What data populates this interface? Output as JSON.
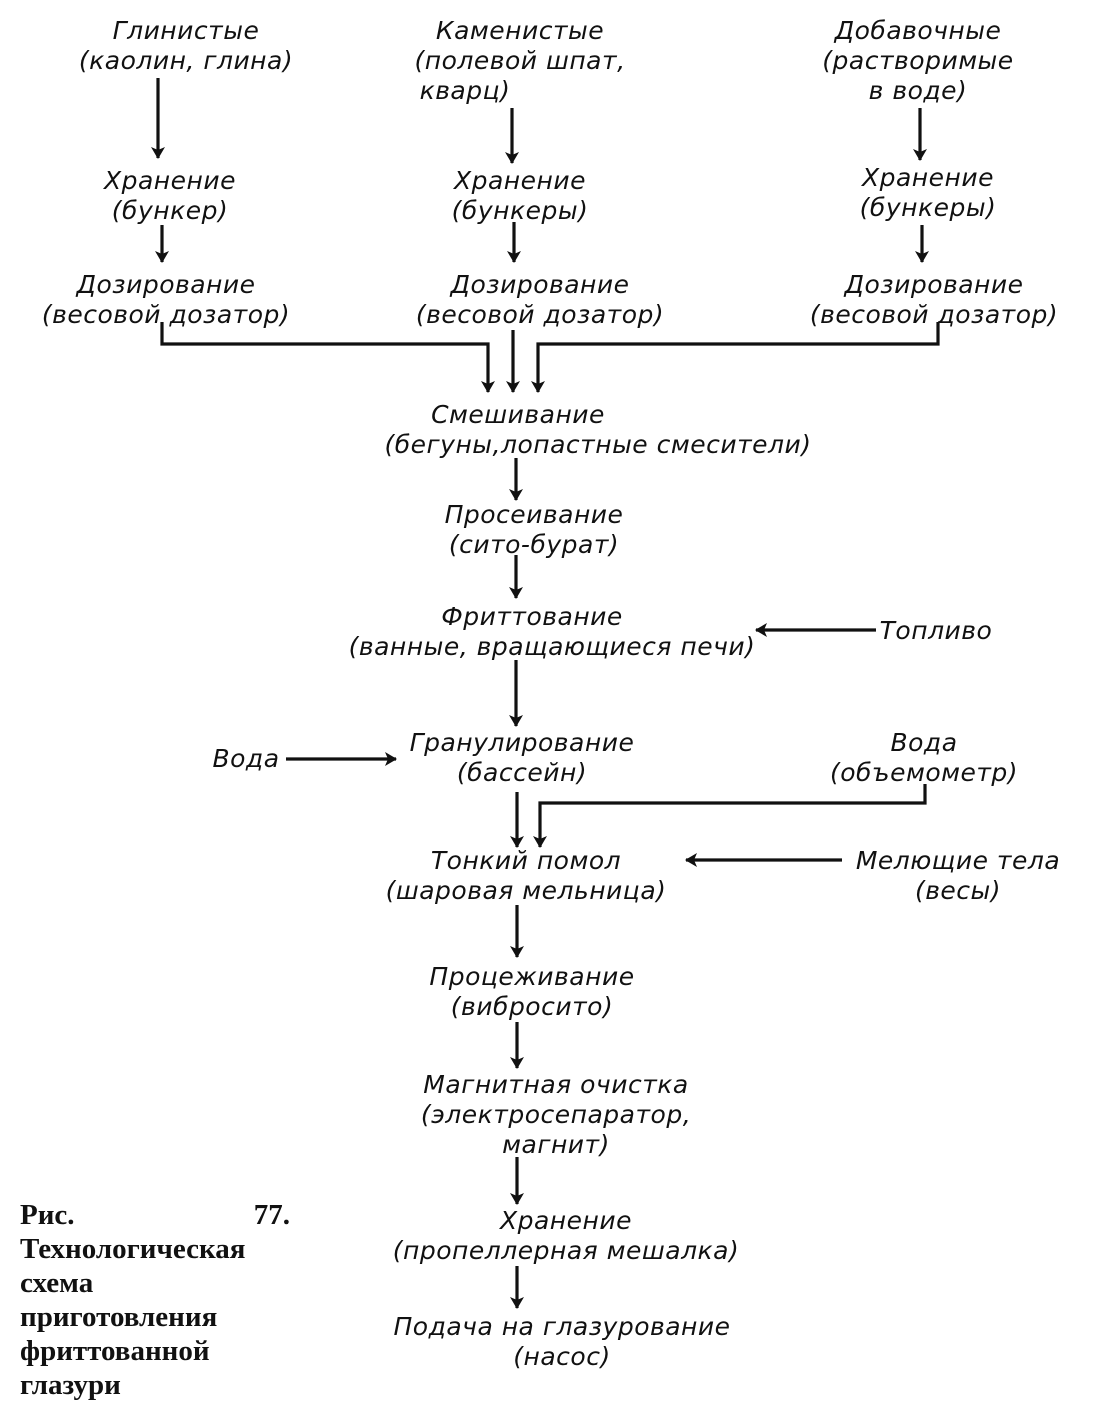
{
  "nodes": {
    "src_clay": {
      "title": "Глинистые",
      "detail": "(каолин, глина)"
    },
    "src_stone": {
      "title": "Каменистые",
      "detail": "(полевой шпат,",
      "detail2": "кварц)"
    },
    "src_add": {
      "title": "Добавочные",
      "detail": "(растворимые",
      "detail2": "в воде)"
    },
    "store_clay": {
      "title": "Хранение",
      "detail": "(бункер)"
    },
    "store_stone": {
      "title": "Хранение",
      "detail": "(бункеры)"
    },
    "store_add": {
      "title": "Хранение",
      "detail": "(бункеры)"
    },
    "dose_clay": {
      "title": "Дозирование",
      "detail": "(весовой дозатор)"
    },
    "dose_stone": {
      "title": "Дозирование",
      "detail": "(весовой дозатор)"
    },
    "dose_add": {
      "title": "Дозирование",
      "detail": "(весовой дозатор)"
    },
    "mixing": {
      "title": "Смешивание",
      "detail": "(бегуны,лопастные смесители)"
    },
    "sieving": {
      "title": "Просеивание",
      "detail": "(сито-бурат)"
    },
    "fritting": {
      "title": "Фриттование",
      "detail": "(ванные, вращающиеся печи)"
    },
    "fuel": {
      "title": "Топливо"
    },
    "water1": {
      "title": "Вода"
    },
    "granulating": {
      "title": "Гранулирование",
      "detail": "(бассейн)"
    },
    "water2": {
      "title": "Вода",
      "detail": "(объемометр)"
    },
    "grinding": {
      "title": "Тонкий помол",
      "detail": "(шаровая мельница)"
    },
    "grinding_bodies": {
      "title": "Мелющие тела",
      "detail": "(весы)"
    },
    "straining": {
      "title": "Процеживание",
      "detail": "(вибросито)"
    },
    "magnetic": {
      "title": "Магнитная очистка",
      "detail": "(электросепаратор,",
      "detail2": "магнит)"
    },
    "storage_final": {
      "title": "Хранение",
      "detail": "(пропеллерная мешалка)"
    },
    "feeding": {
      "title": "Подача на глазурование",
      "detail": "(насос)"
    }
  },
  "caption": "Рис. 77. Технологическая схема приготовления фриттованной глазури"
}
